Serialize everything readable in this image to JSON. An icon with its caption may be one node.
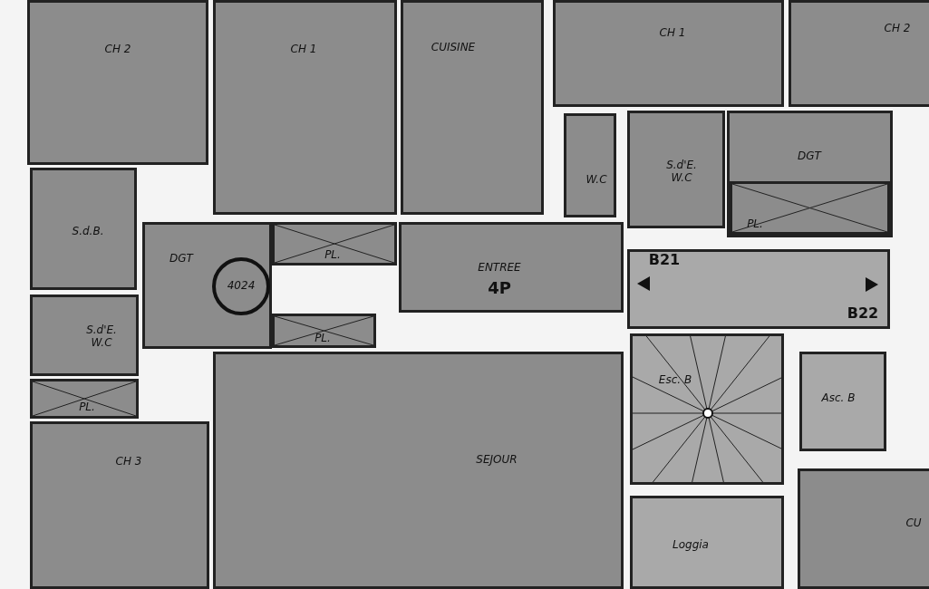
{
  "diagram": {
    "nodes": [
      {
        "text": [
          "CH 2"
        ]
      },
      {
        "text": [
          "CH 1"
        ]
      },
      {
        "text": [
          "CUISINE"
        ]
      },
      {
        "text": [
          "CH 1"
        ]
      },
      {
        "text": [
          "CH 2"
        ]
      },
      {
        "text": [
          "S.d.B."
        ]
      },
      {
        "text": [
          "DGT"
        ]
      },
      {
        "text": [
          "4024"
        ],
        "in": 6
      },
      {
        "text": [
          "W.C"
        ]
      },
      {
        "text": [
          "PL."
        ]
      },
      {
        "text": [
          "PL."
        ]
      },
      {
        "text": [
          "ENTREE",
          "4P"
        ]
      },
      {
        "text": [
          "S.d'E. W.C"
        ]
      },
      {
        "text": [
          "PL."
        ]
      },
      {
        "text": [
          "S.d'E. W.C"
        ]
      },
      {
        "text": [
          "DGT"
        ]
      },
      {
        "text": [
          "PL."
        ],
        "in": 15
      },
      {
        "text": [
          "B21",
          "B22"
        ]
      },
      {
        "text": [
          "Esc. B"
        ]
      },
      {
        "text": [
          "Asc. B"
        ]
      },
      {
        "text": [
          "CH 3"
        ]
      },
      {
        "text": [
          "SEJOUR"
        ]
      },
      {
        "text": [
          "Loggia"
        ]
      },
      {
        "text": [
          "CU"
        ]
      }
    ]
  }
}
